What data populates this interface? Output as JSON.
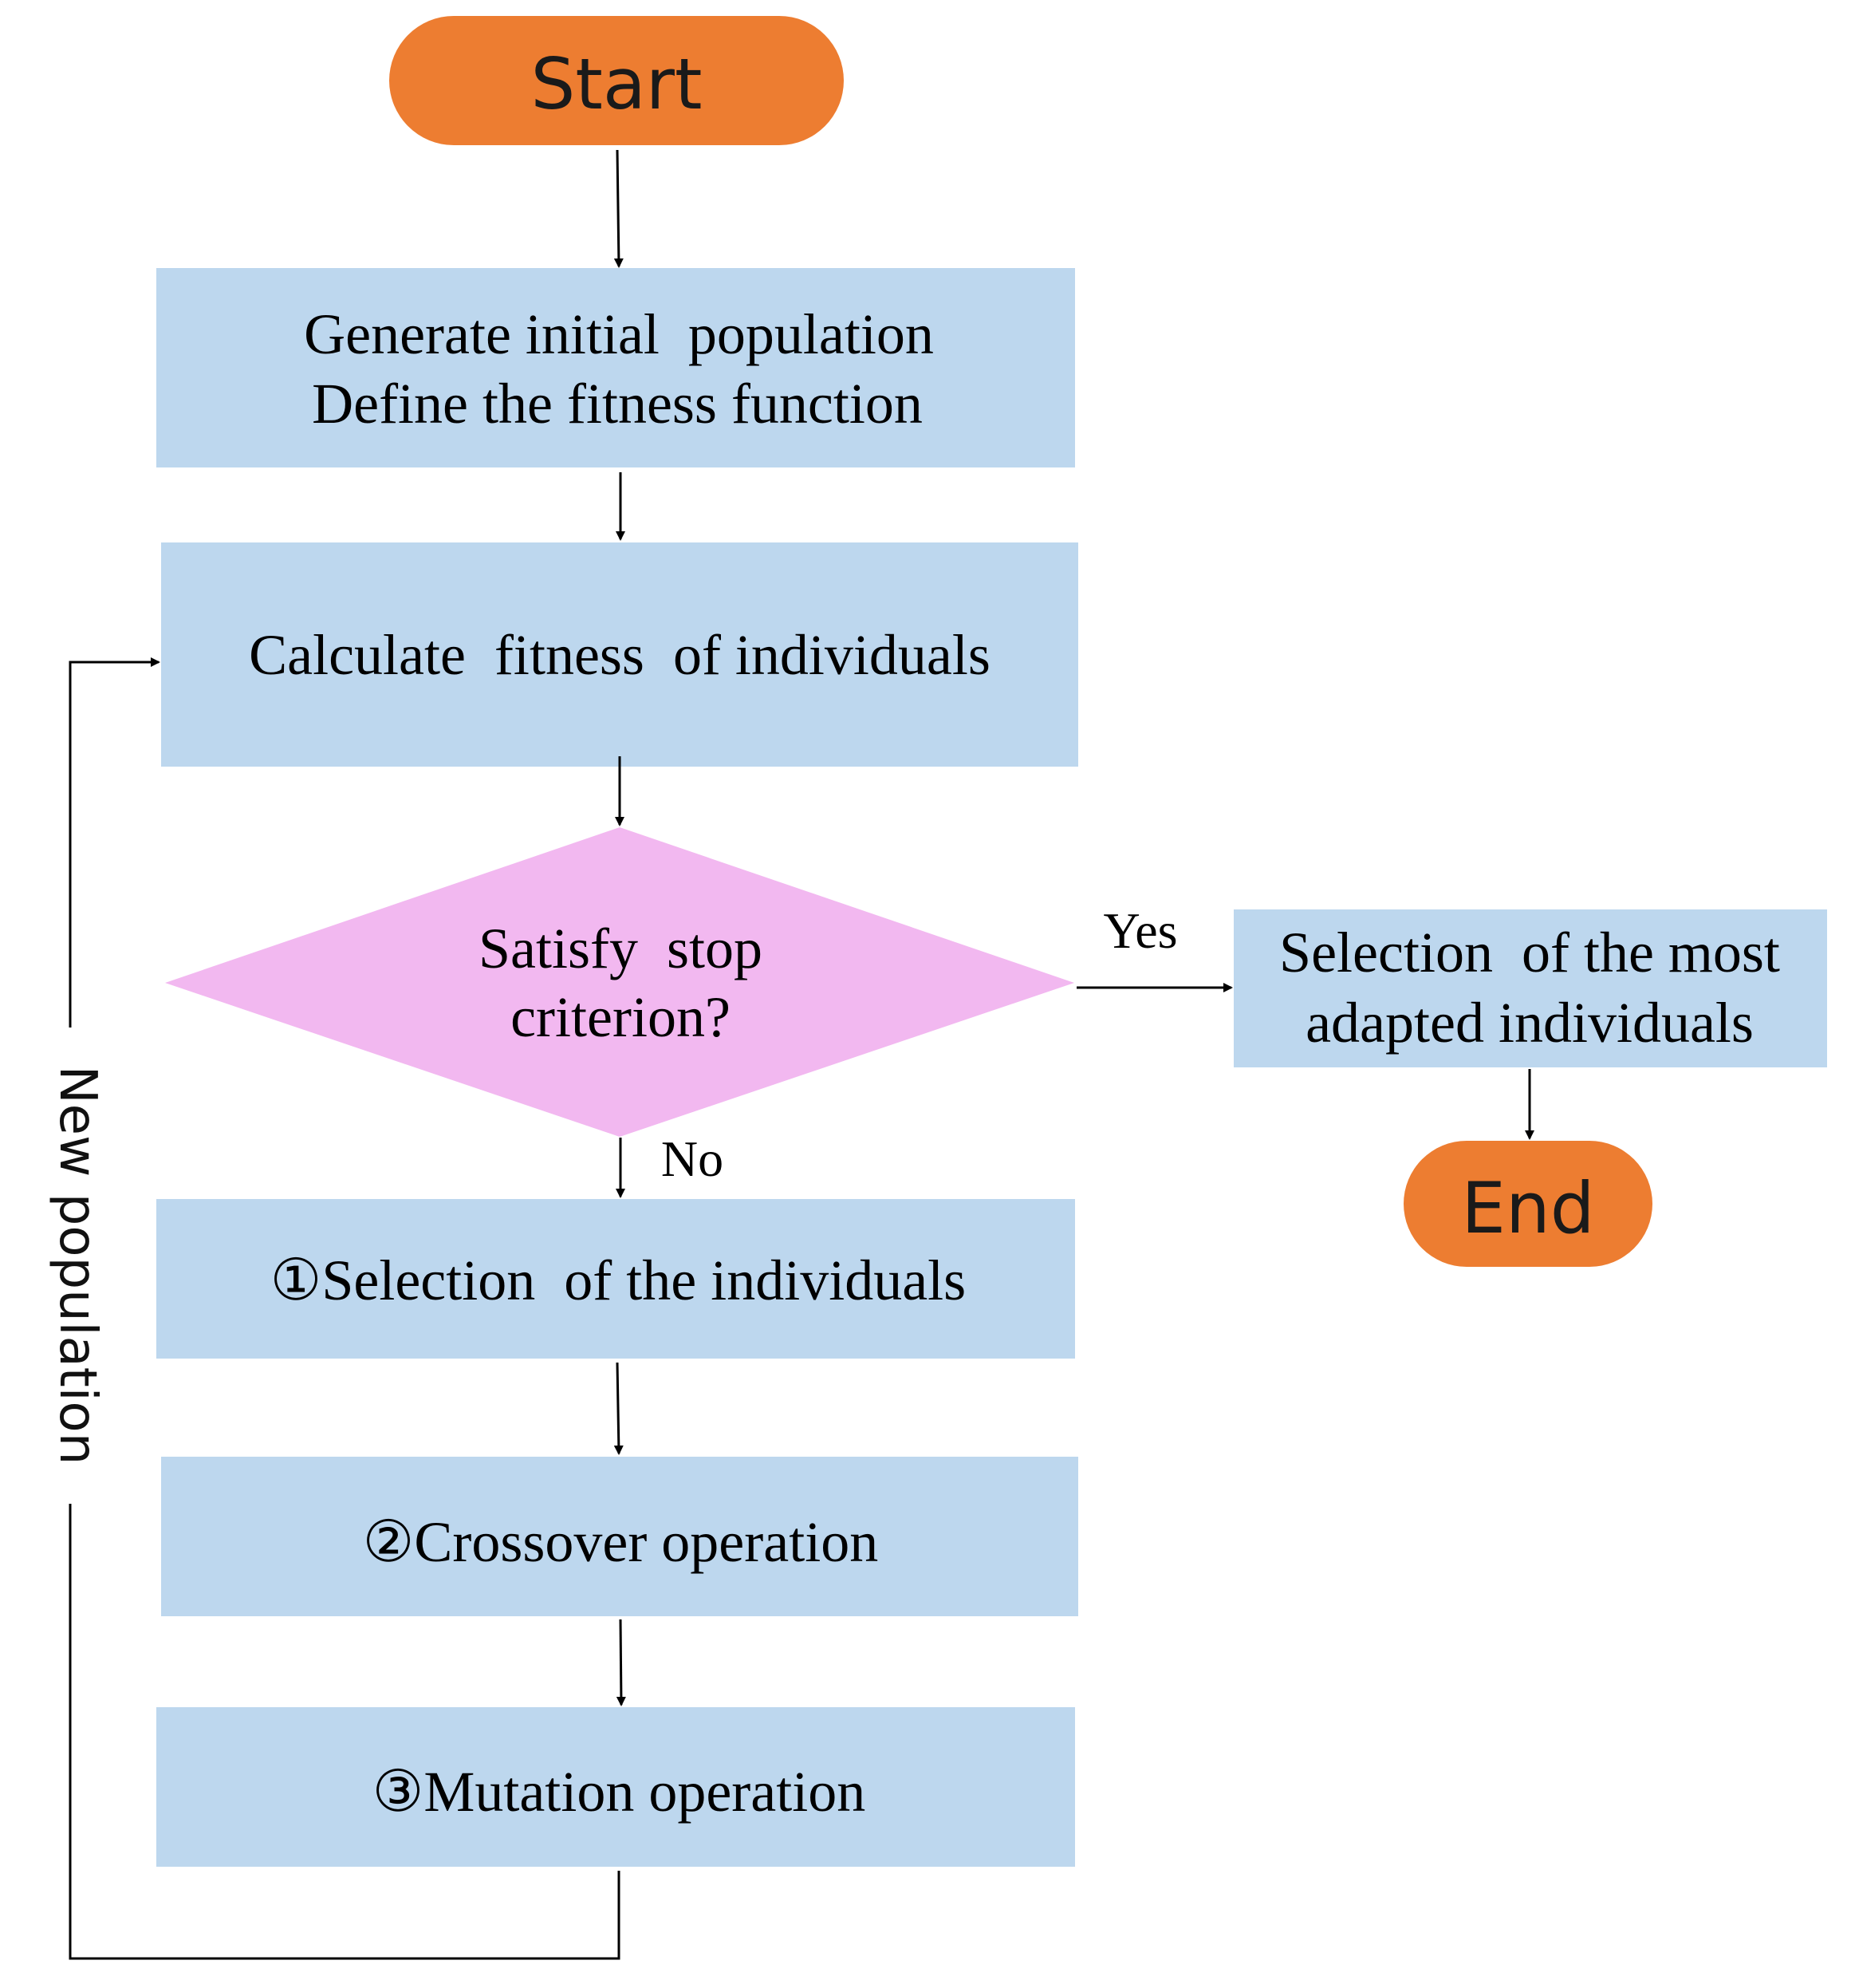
{
  "colors": {
    "terminal_fill": "#ED7D31",
    "process_fill": "#BDD7EE",
    "decision_fill": "#F2B8F0",
    "connector": "#000000"
  },
  "start": {
    "label": "Start"
  },
  "steps": {
    "init": {
      "line1": "Generate initial  population",
      "line2": "Define the fitness function"
    },
    "calc": {
      "label": "Calculate  fitness  of individuals"
    },
    "selection": {
      "label": "①Selection  of the individuals"
    },
    "crossover": {
      "label": "②Crossover operation"
    },
    "mutation": {
      "label": "③Mutation operation"
    }
  },
  "decision": {
    "line1": "Satisfy  stop",
    "line2": "criterion?",
    "yes_label": "Yes",
    "no_label": "No"
  },
  "final_step": {
    "line1": "Selection  of the most",
    "line2": "adapted individuals"
  },
  "end": {
    "label": "End"
  },
  "loop_label": "New population"
}
